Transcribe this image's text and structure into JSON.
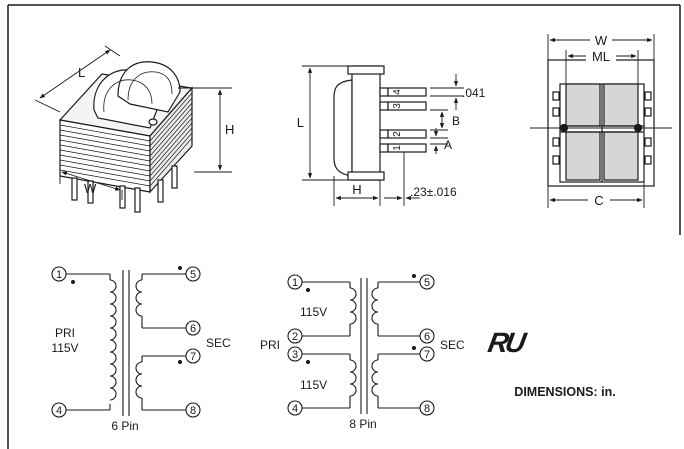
{
  "iso_view": {
    "length_label": "L",
    "height_label": "H",
    "width_label": "W"
  },
  "side_view": {
    "length_label": "L",
    "height_label": "H",
    "pin_spacing_label": ".041",
    "b_label": "B",
    "a_label": "A",
    "offset_label": ".23±.016",
    "pin_numbers": [
      "4",
      "3",
      "2",
      "1"
    ]
  },
  "bottom_view": {
    "width_label": "W",
    "ml_label": "ML",
    "c_label": "C"
  },
  "schematic_6pin": {
    "pins": [
      "1",
      "4",
      "5",
      "6",
      "7",
      "8"
    ],
    "pri_label": "PRI",
    "voltage_label": "115V",
    "sec_label": "SEC",
    "caption": "6 Pin"
  },
  "schematic_8pin": {
    "pins": [
      "1",
      "2",
      "3",
      "4",
      "5",
      "6",
      "7",
      "8"
    ],
    "voltage_top": "115V",
    "voltage_bottom": "115V",
    "pri_label": "PRI",
    "sec_label": "SEC",
    "caption": "8 Pin"
  },
  "ul_mark": "RU",
  "dimensions_note": "DIMENSIONS: in."
}
